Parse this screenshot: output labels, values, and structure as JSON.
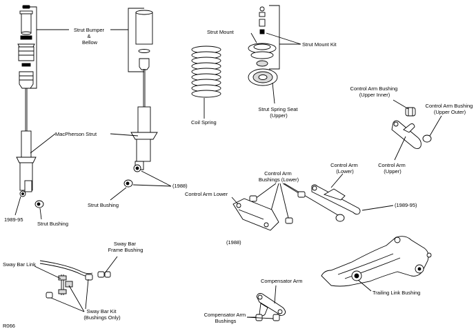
{
  "labels": {
    "strut_bumper": [
      "Strut Bumper",
      "&",
      "Bellow"
    ],
    "macpherson_strut": "MacPherson Strut",
    "year_1989_95_strut": "1989-95",
    "strut_bushing_left": "Strut Bushing",
    "strut_bushing_right": "Strut Bushing",
    "year_1988_strut": "(1988)",
    "coil_spring": "Coil Spring",
    "strut_mount": "Strut Mount",
    "strut_mount_kit": "Strut Mount Kit",
    "strut_spring_seat": [
      "Strut Spring Seat",
      "(Upper)"
    ],
    "control_arm_bushing_upper_inner": [
      "Control Arm Bushing",
      "(Upper Inner)"
    ],
    "control_arm_bushing_upper_outer": [
      "Control Arm Bushing",
      "(Upper Outer)"
    ],
    "control_arm_upper": [
      "Control Arm",
      "(Upper)"
    ],
    "control_arm_lower_right": [
      "Control Arm",
      "(Lower)"
    ],
    "control_arm_bushings_lower": [
      "Control Arm",
      "Bushings (Lower)"
    ],
    "control_arm_lower_left": "Control Arm Lower",
    "year_1989_95_arm": "(1989-95)",
    "year_1988_arm": "(1988)",
    "sway_bar_frame_bushing": [
      "Sway Bar",
      "Frame Bushing"
    ],
    "sway_bar_link": "Sway Bar Link",
    "sway_bar_kit": [
      "Sway Bar Kit",
      "(Bushings Only)"
    ],
    "compensator_arm": "Compensator Arm",
    "compensator_arm_bushings": [
      "Compensator Arm",
      "Bushings"
    ],
    "trailing_link_bushing": "Trailing Link Bushing",
    "figure_code": "R066"
  }
}
